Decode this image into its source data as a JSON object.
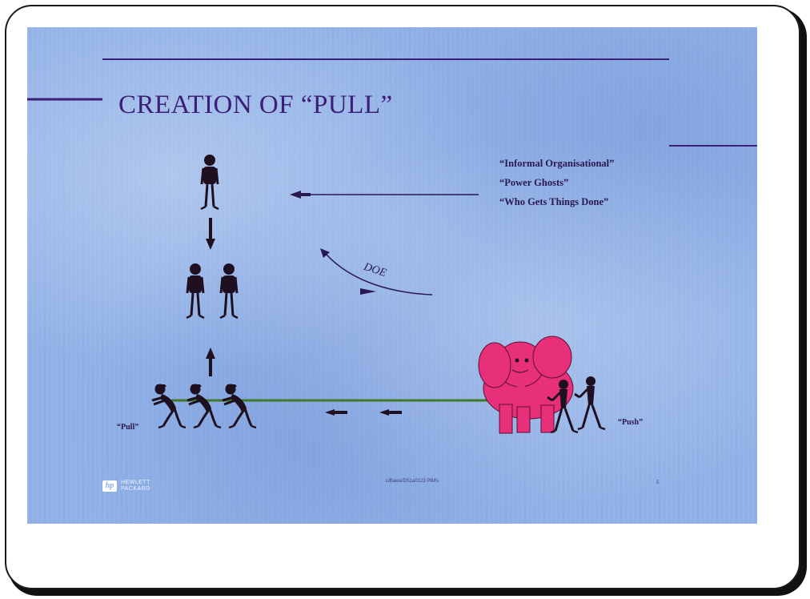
{
  "slide": {
    "title": "CREATION OF “PULL”",
    "labels": [
      "“Informal Organisational”",
      "“Power Ghosts”",
      "“Who Gets Things Done”"
    ],
    "doe_label": "DOE",
    "pull_label": "“Pull”",
    "push_label": "“Push”",
    "footer_code": "c/Bawa/DS1a0123 PB/fs",
    "page_number": "5",
    "logo": {
      "line1": "HEWLETT",
      "line2": "PACKARD",
      "mark": "hp"
    }
  },
  "colors": {
    "slide_background": "#8fb0e6",
    "title": "#3a1e78",
    "accent_line": "#3a1e78",
    "figure": "#1e1020",
    "rope": "#3f7a2a",
    "elephant": "#e8307a"
  },
  "icons": [
    "person-icon",
    "arrow-down-icon",
    "arrow-up-icon",
    "arrow-left-icon",
    "elephant-icon",
    "hp-logo"
  ]
}
